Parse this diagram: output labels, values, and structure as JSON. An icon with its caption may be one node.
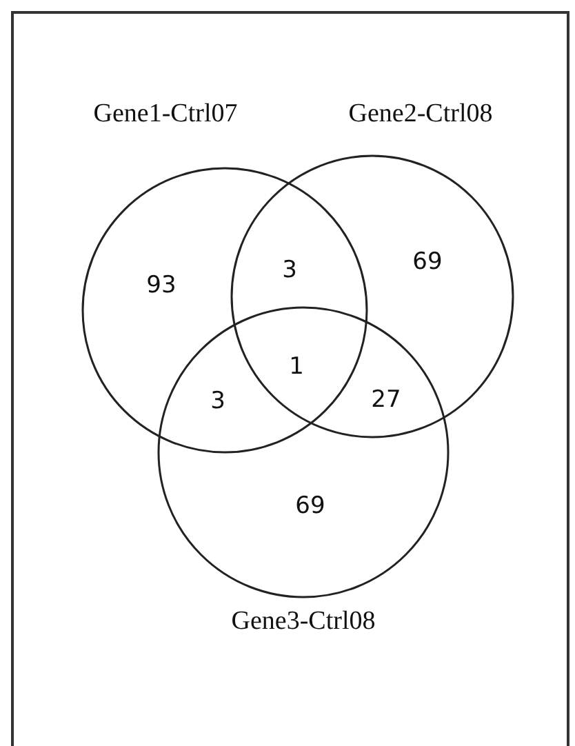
{
  "diagram": {
    "nodes": [
      {
        "text": [
          "Gene1-Ctrl07"
        ]
      },
      {
        "text": [
          "Gene2-Ctrl08"
        ]
      },
      {
        "text": [
          "Gene3-Ctrl08"
        ]
      }
    ],
    "labels": [
      "93",
      "3",
      "69",
      "1",
      "3",
      "27",
      "69"
    ]
  }
}
